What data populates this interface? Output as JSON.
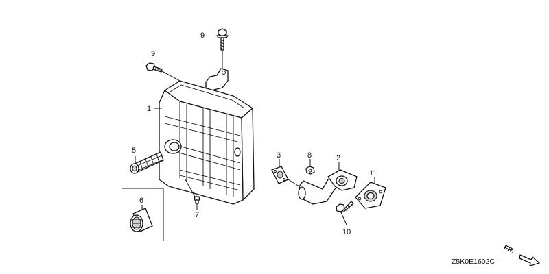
{
  "callouts": {
    "c1": "1",
    "c2": "2",
    "c3": "3",
    "c5": "5",
    "c6": "6",
    "c7": "7",
    "c8": "8",
    "c9a": "9",
    "c9b": "9",
    "c10": "10",
    "c11": "11"
  },
  "diagram_code": "Z5K0E1602C",
  "front_marker": "FR."
}
